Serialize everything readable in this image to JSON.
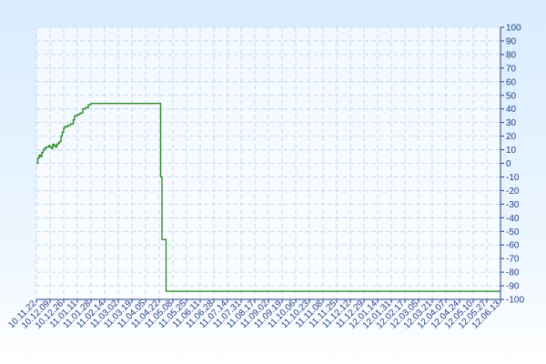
{
  "chart_data": {
    "type": "line",
    "title": "",
    "xlabel": "",
    "ylabel": "",
    "ylim": [
      -100,
      100
    ],
    "grid": true,
    "y_ticks": [
      100,
      90,
      80,
      70,
      60,
      50,
      40,
      30,
      20,
      10,
      0,
      -10,
      -20,
      -30,
      -40,
      -50,
      -60,
      -70,
      -80,
      -90,
      -100
    ],
    "x_tick_labels": [
      "10.11.22",
      "10.12.09",
      "10.12.26",
      "11.01.11",
      "11.01.28",
      "11.02.14",
      "11.03.02",
      "11.03.19",
      "11.04.05",
      "11.04.22",
      "11.05.08",
      "11.05.25",
      "11.06.11",
      "11.06.28",
      "11.07.14",
      "11.07.31",
      "11.08.17",
      "11.09.02",
      "11.09.19",
      "11.10.06",
      "11.10.23",
      "11.11.08",
      "11.11.25",
      "11.12.12",
      "11.12.29",
      "12.01.14",
      "12.01.31",
      "12.02.17",
      "12.03.05",
      "12.03.21",
      "12.04.07",
      "12.04.24",
      "12.05.10",
      "12.05.27",
      "12.06.13"
    ],
    "series": [
      {
        "color": "#2e8b2e",
        "x": [
          0,
          0.1,
          0.2,
          0.3,
          0.4,
          0.5,
          0.6,
          0.7,
          0.8,
          0.9,
          1.0,
          1.1,
          1.2,
          1.3,
          1.4,
          1.5,
          1.6,
          1.7,
          1.8,
          1.9,
          2.0,
          2.1,
          2.3,
          2.5,
          2.7,
          2.8,
          3.0,
          3.2,
          3.4,
          3.6,
          3.8,
          4.0,
          4.2,
          4.4,
          5.0,
          6.0,
          7.0,
          8.0,
          9.0,
          9.05,
          9.1,
          9.15,
          9.2,
          9.4,
          9.5,
          10.0,
          34.0
        ],
        "y": [
          0,
          4,
          6,
          5,
          8,
          10,
          11,
          12,
          12,
          13,
          12,
          11,
          14,
          13,
          12,
          14,
          15,
          16,
          20,
          23,
          26,
          27,
          28,
          29,
          32,
          35,
          36,
          37,
          40,
          41,
          43,
          44,
          44,
          44,
          44,
          44,
          44,
          44,
          44,
          44,
          -10,
          -10,
          -56,
          -56,
          -94,
          -94,
          -94
        ]
      }
    ]
  }
}
